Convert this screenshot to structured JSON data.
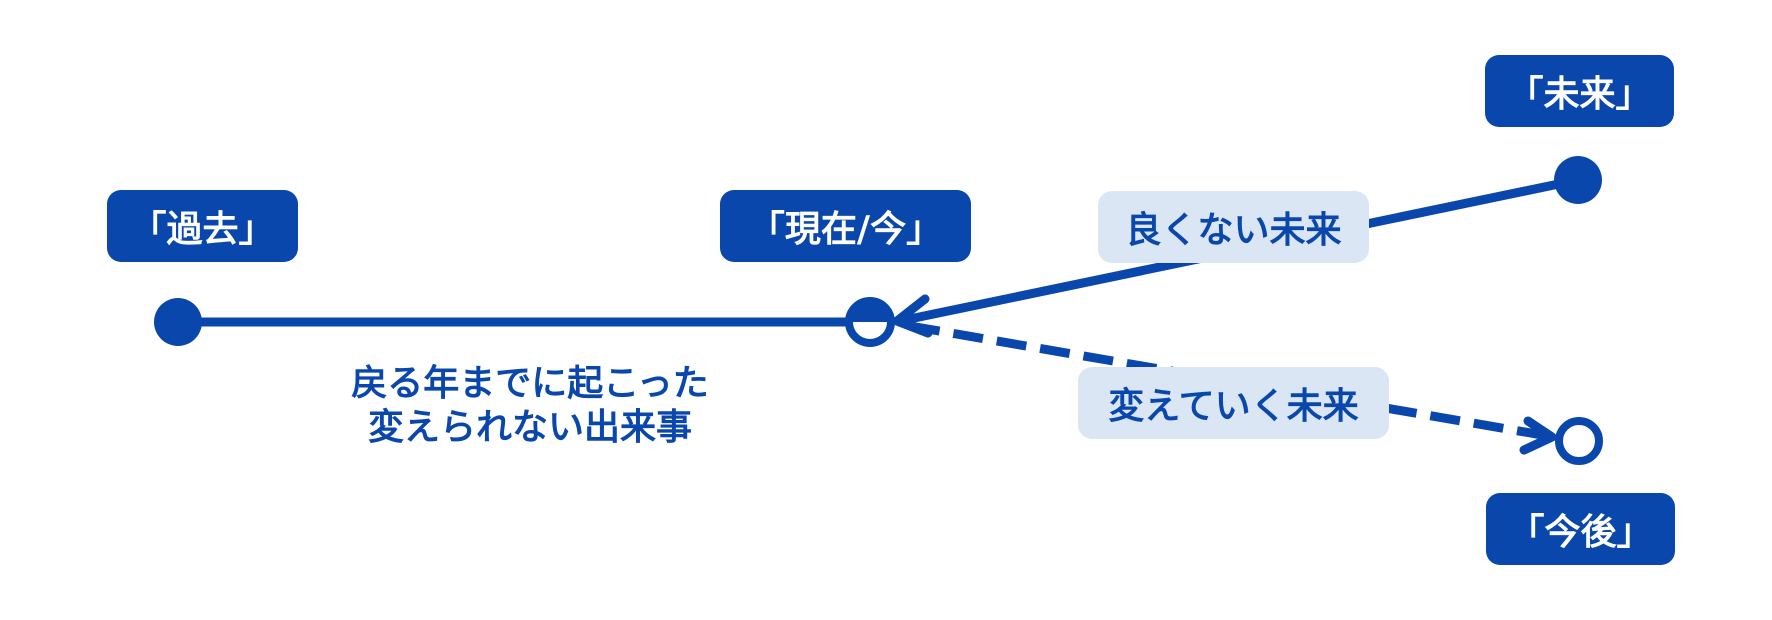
{
  "nodes": {
    "past": "「過去」",
    "present": "「現在/今」",
    "future": "「未来」",
    "hereafter": "「今後」"
  },
  "edge_labels": {
    "bad_future": "良くない未来",
    "changing_future": "変えていく未来"
  },
  "note": {
    "line1": "戻る年までに起こった",
    "line2": "変えられない出来事"
  },
  "colors": {
    "accent": "#0a47ad",
    "label_bg": "#dbe6f4"
  }
}
